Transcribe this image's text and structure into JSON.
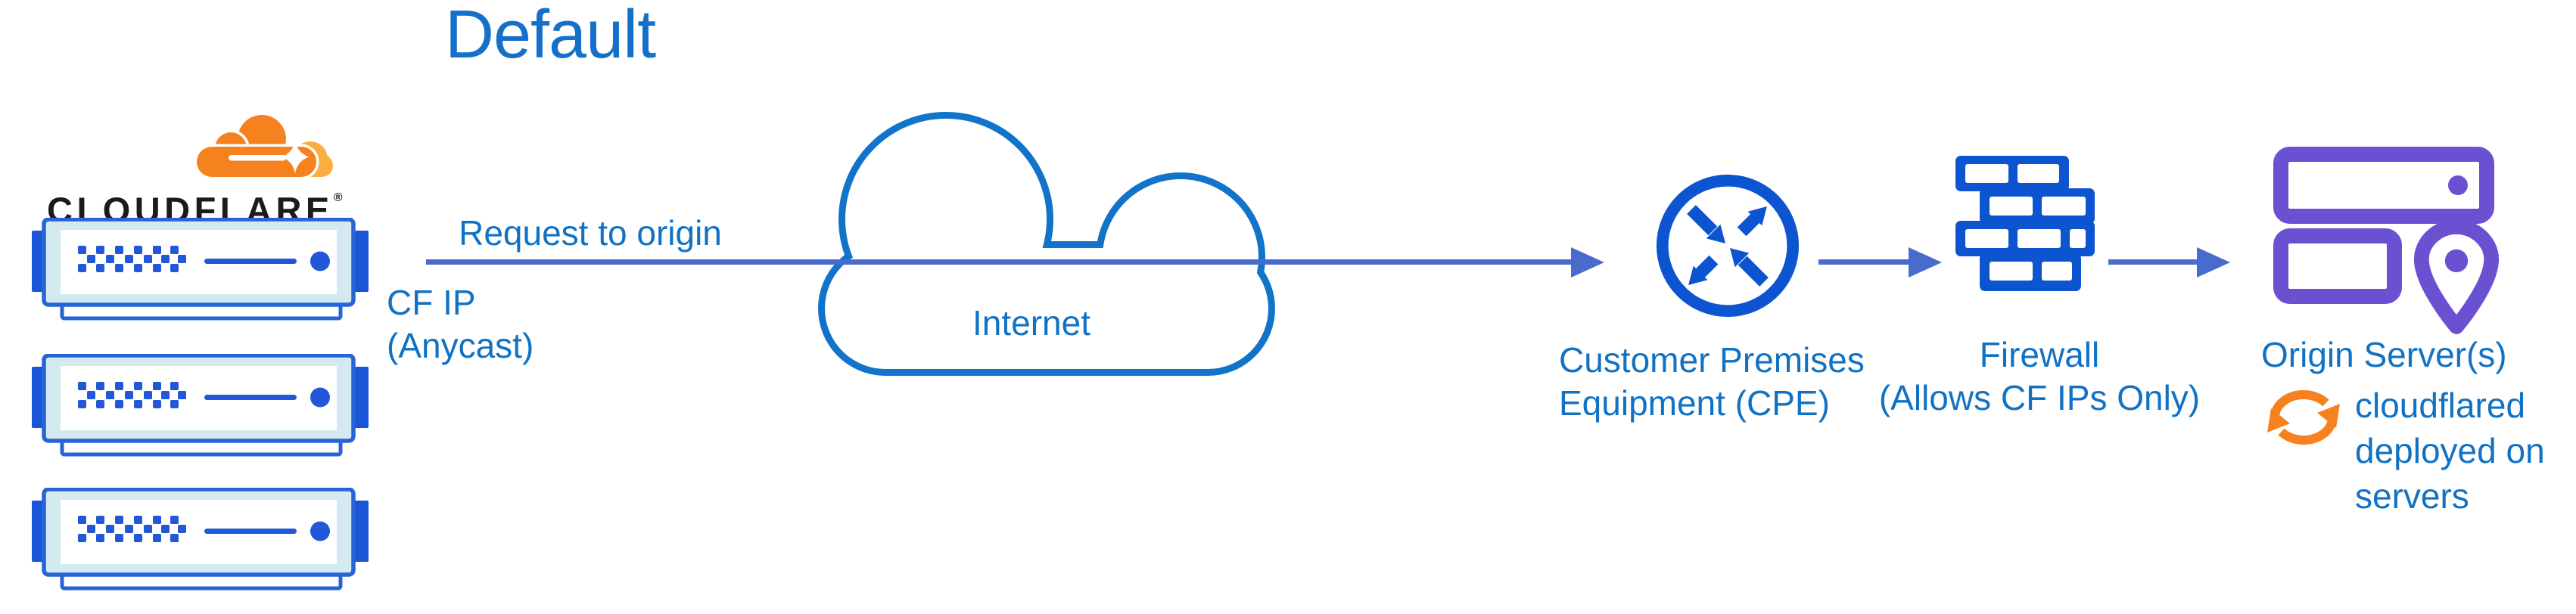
{
  "title": "Default",
  "cloudflare": {
    "wordmark": "CLOUDFLARE",
    "registered": "®",
    "server_count": 3
  },
  "flow": {
    "request_label": "Request to origin",
    "source_label": "CF IP\n(Anycast)"
  },
  "internet": {
    "label": "Internet"
  },
  "cpe": {
    "label": "Customer Premises\nEquipment (CPE)"
  },
  "firewall": {
    "label": "Firewall\n(Allows CF IPs Only)"
  },
  "origin": {
    "label": "Origin Server(s)",
    "annotation": "cloudflared\ndeployed on\nservers"
  },
  "icons": [
    "cloudflare-logo-icon",
    "edge-server-icon",
    "internet-cloud-icon",
    "cpe-router-icon",
    "firewall-brick-icon",
    "origin-servers-location-icon",
    "sync-arrows-icon",
    "flow-arrow"
  ],
  "colors": {
    "text_blue": "#1172c4",
    "title_blue": "#1470c9",
    "icon_blue": "#0d55d0",
    "server_stroke": "#2863d8",
    "server_fill": "#d3eaf0",
    "arrow_blue": "#4a6bce",
    "cloud_blue": "#1173c9",
    "purple": "#6951d1",
    "orange": "#f6821f",
    "orange_light": "#fbad41",
    "wordmark_black": "#1b1b1b",
    "background": "#ffffff"
  }
}
